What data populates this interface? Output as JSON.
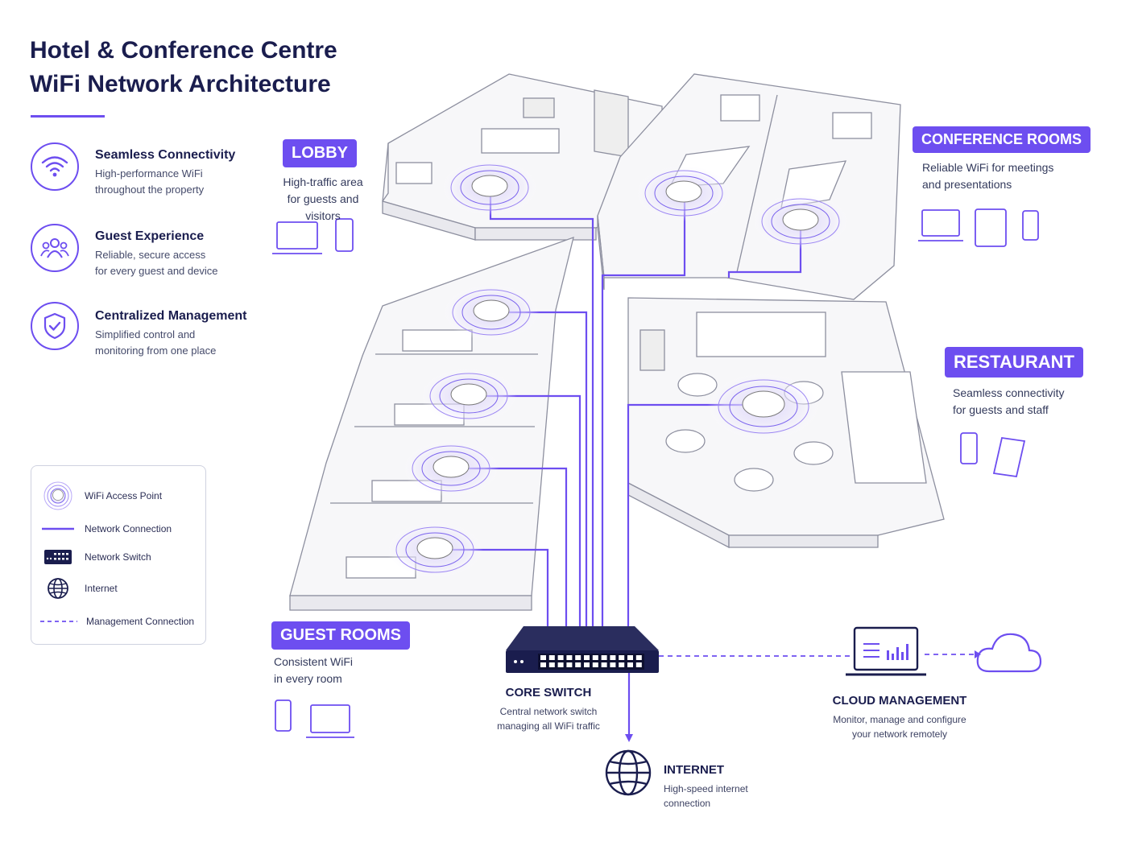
{
  "title": {
    "line1": "Hotel & Conference Centre",
    "line2": "WiFi Network Architecture"
  },
  "features": [
    {
      "icon": "wifi-icon",
      "title": "Seamless Connectivity",
      "desc1": "High-performance WiFi",
      "desc2": "throughout the property"
    },
    {
      "icon": "users-icon",
      "title": "Guest Experience",
      "desc1": "Reliable, secure access",
      "desc2": "for every guest and device"
    },
    {
      "icon": "shield-check-icon",
      "title": "Centralized Management",
      "desc1": "Simplified control and",
      "desc2": "monitoring from one place"
    }
  ],
  "legend": {
    "access_point": "WiFi Access Point",
    "network_connection": "Network Connection",
    "network_switch": "Network Switch",
    "internet": "Internet",
    "management_connection": "Management Connection"
  },
  "zones": {
    "lobby": {
      "label": "LOBBY",
      "desc1": "High-traffic area",
      "desc2": "for guests and visitors",
      "devices": [
        "laptop-icon",
        "phone-icon"
      ]
    },
    "conference": {
      "label": "CONFERENCE ROOMS",
      "desc1": "Reliable WiFi for meetings",
      "desc2": "and presentations",
      "devices": [
        "laptop-icon",
        "tablet-icon",
        "phone-icon"
      ]
    },
    "restaurant": {
      "label": "RESTAURANT",
      "desc1": "Seamless connectivity",
      "desc2": "for guests and staff",
      "devices": [
        "phone-icon",
        "card-terminal-icon"
      ]
    },
    "guest_rooms": {
      "label": "GUEST ROOMS",
      "desc1": "Consistent WiFi",
      "desc2": "in every room",
      "devices": [
        "phone-icon",
        "laptop-icon"
      ]
    }
  },
  "core_switch": {
    "title": "CORE SWITCH",
    "desc1": "Central network switch",
    "desc2": "managing all WiFi traffic"
  },
  "internet": {
    "title": "INTERNET",
    "desc1": "High-speed internet",
    "desc2": "connection"
  },
  "cloud": {
    "title": "CLOUD MANAGEMENT",
    "desc1": "Monitor, manage and configure",
    "desc2": "your network remotely"
  },
  "colors": {
    "accent": "#6d4ef0",
    "navy": "#1a1d4e",
    "floor_line": "#9a9cab"
  }
}
